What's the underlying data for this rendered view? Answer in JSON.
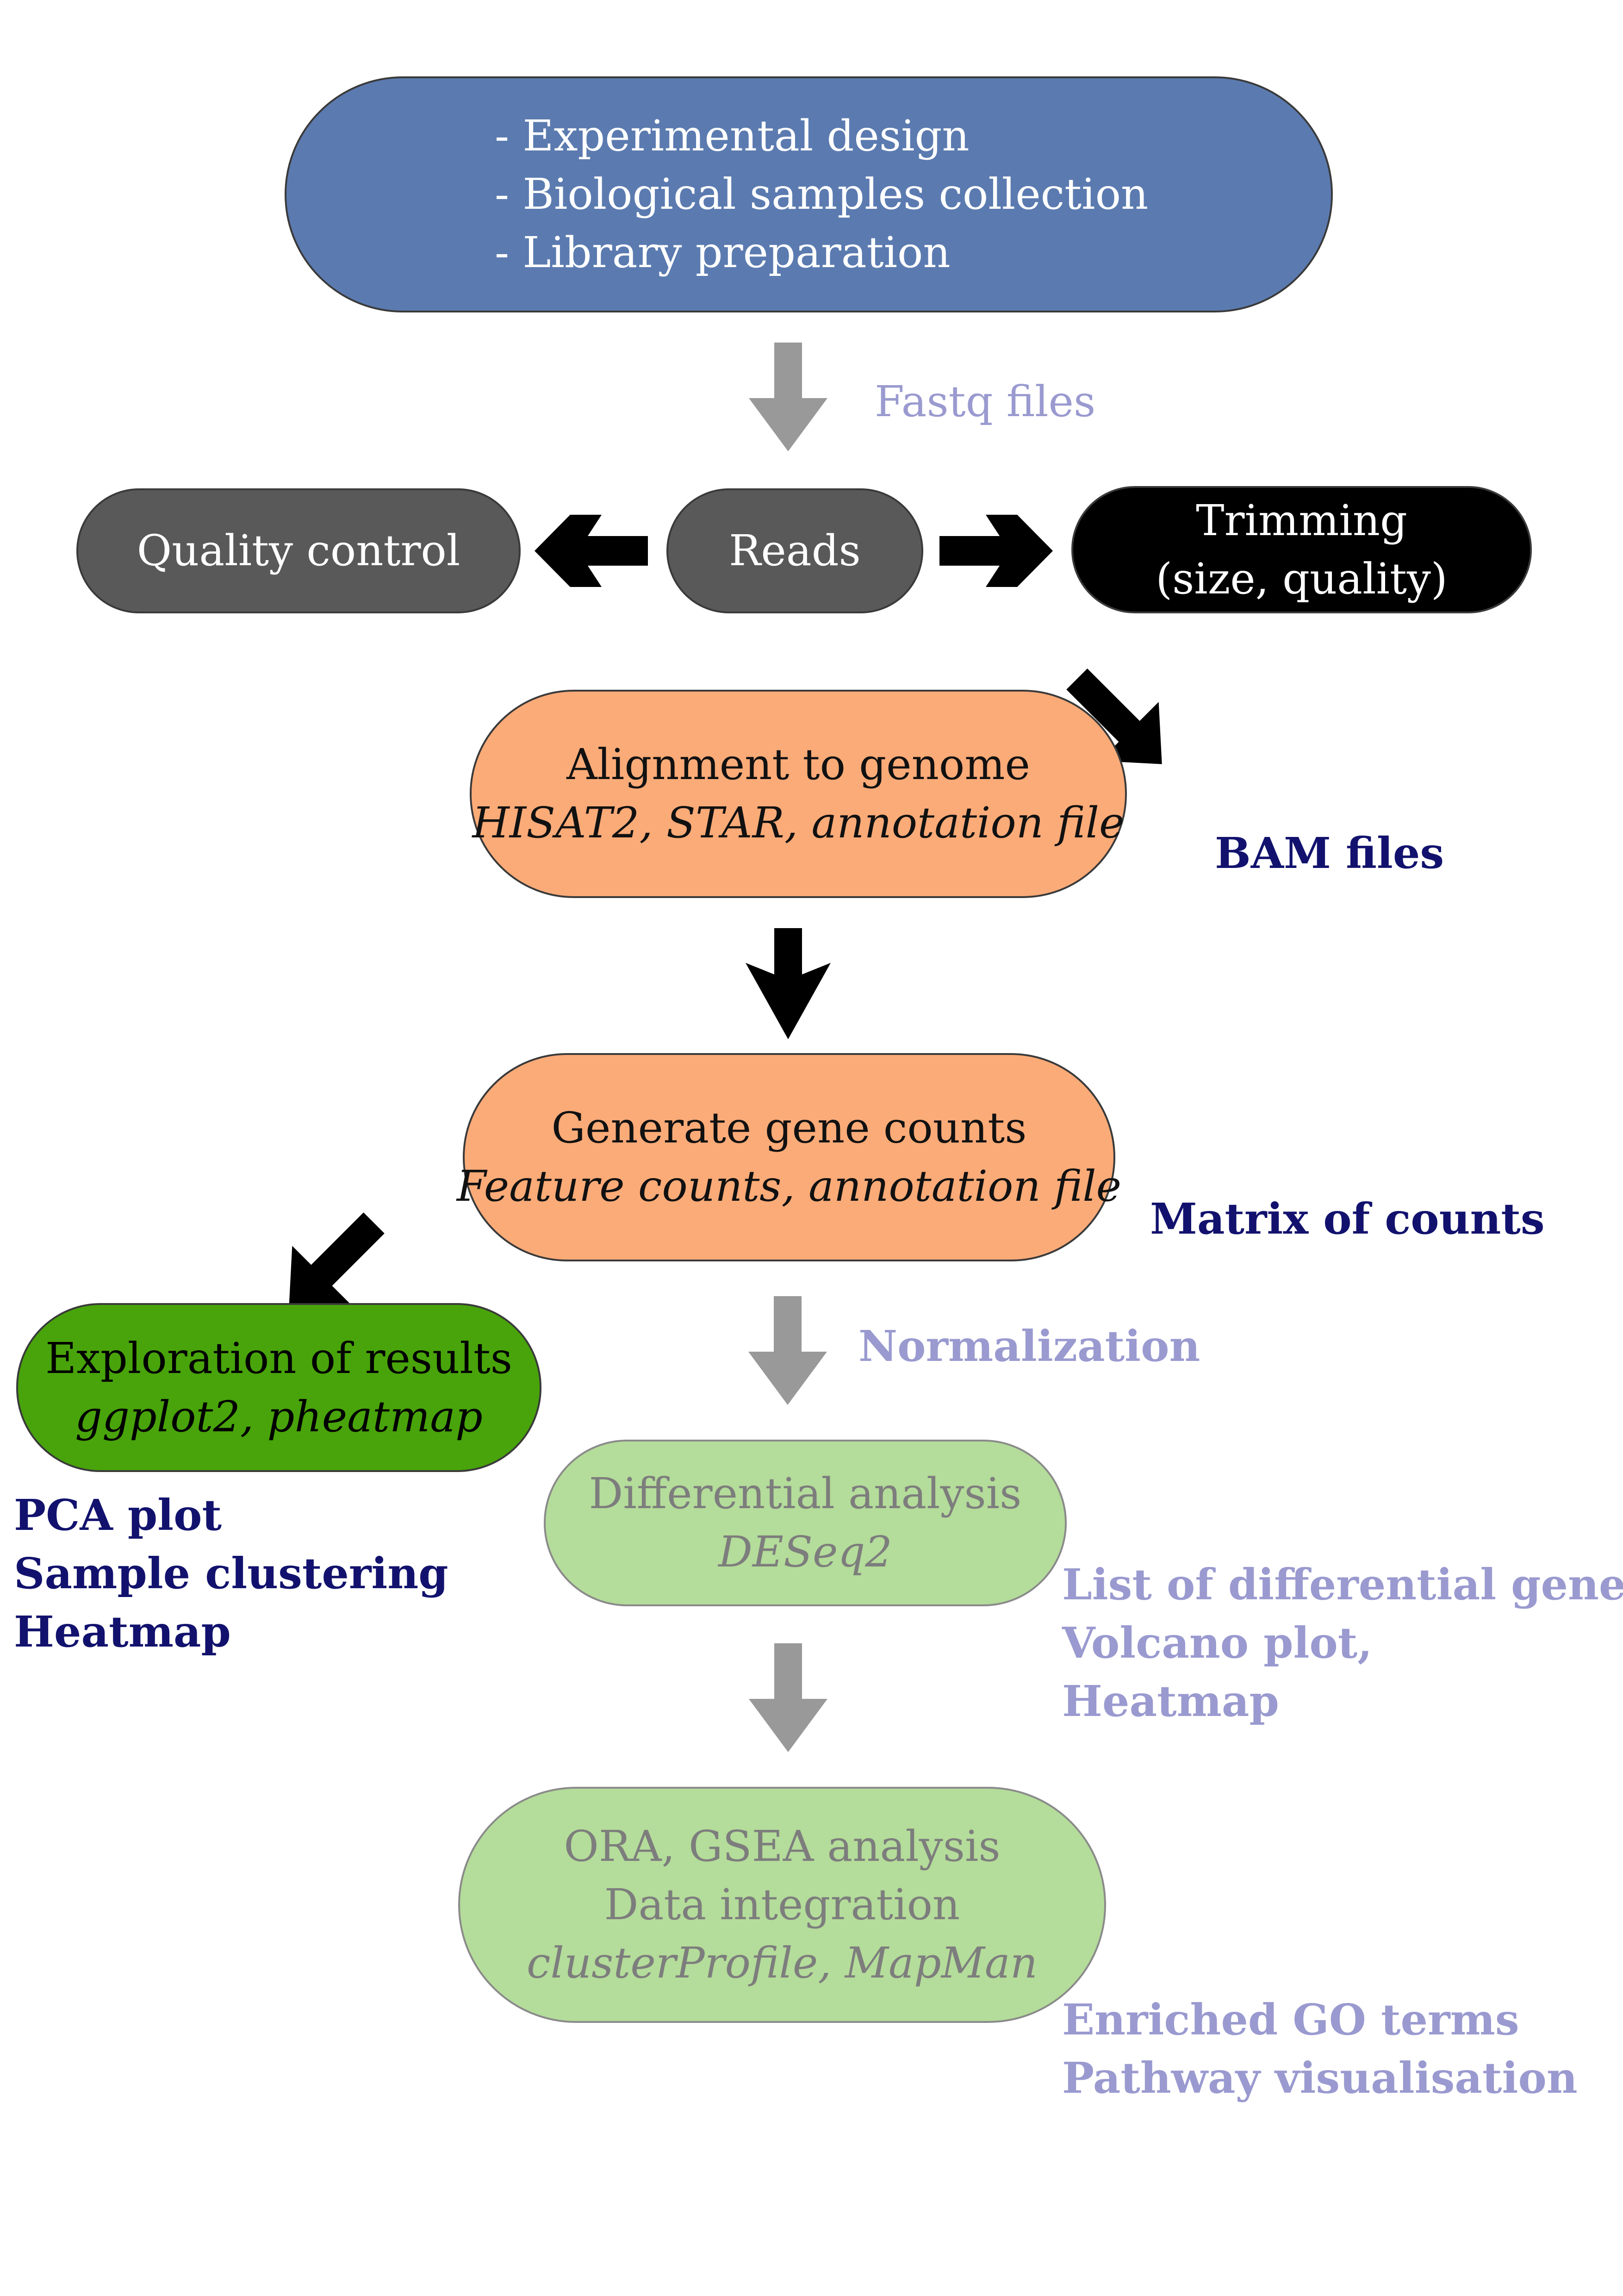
{
  "colors": {
    "design_fill": "#5b7bb0",
    "qc_fill": "#595959",
    "reads_fill": "#595959",
    "trim_fill": "#000000",
    "align_fill": "#fbab78",
    "counts_fill": "#fbab78",
    "explore_fill": "#48a40a",
    "diff_fill": "#b4dc9a",
    "ora_fill": "#b4dc9a",
    "arrow_black": "#000000",
    "arrow_gray": "#999999",
    "label_navy": "#12126e",
    "label_lavender": "#9a9ad0"
  },
  "nodes": {
    "design": {
      "lines": [
        "- Experimental design",
        "- Biological samples collection",
        "- Library preparation"
      ]
    },
    "quality_control": {
      "label": "Quality control"
    },
    "reads": {
      "label": "Reads"
    },
    "trimming": {
      "lines": [
        "Trimming",
        "(size, quality)"
      ]
    },
    "alignment": {
      "title": "Alignment to genome",
      "tools": "HISAT2, STAR, annotation file"
    },
    "gene_counts": {
      "title": "Generate gene counts",
      "tools": "Feature counts, annotation file"
    },
    "exploration": {
      "title": "Exploration of results",
      "tools": "ggplot2, pheatmap"
    },
    "differential": {
      "title": "Differential analysis",
      "tools": "DESeq2"
    },
    "enrichment": {
      "lines": [
        "ORA, GSEA analysis",
        "Data integration"
      ],
      "tools": "clusterProfile, MapMan"
    }
  },
  "labels": {
    "fastq": "Fastq files",
    "bam": "BAM files",
    "matrix": "Matrix of counts",
    "normalization": "Normalization",
    "exploration_outputs": [
      "PCA plot",
      "Sample clustering",
      "Heatmap"
    ],
    "differential_outputs": [
      "List of differential genes",
      "Volcano plot,",
      "Heatmap"
    ],
    "enrichment_outputs": [
      "Enriched GO terms",
      "Pathway visualisation"
    ]
  }
}
